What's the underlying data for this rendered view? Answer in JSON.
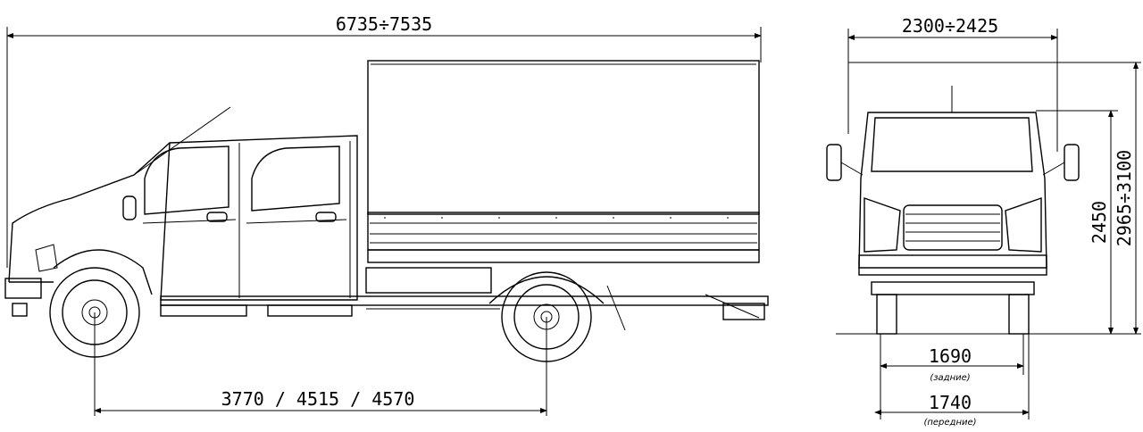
{
  "dimensions": {
    "overall_length": "6735÷7535",
    "overall_width": "2300÷2425",
    "wheelbase": "3770 / 4515 / 4570",
    "cab_height": "2450",
    "overall_height": "2965÷3100",
    "rear_track": "1690",
    "rear_track_note": "(задние)",
    "front_track": "1740",
    "front_track_note": "(передние)"
  }
}
